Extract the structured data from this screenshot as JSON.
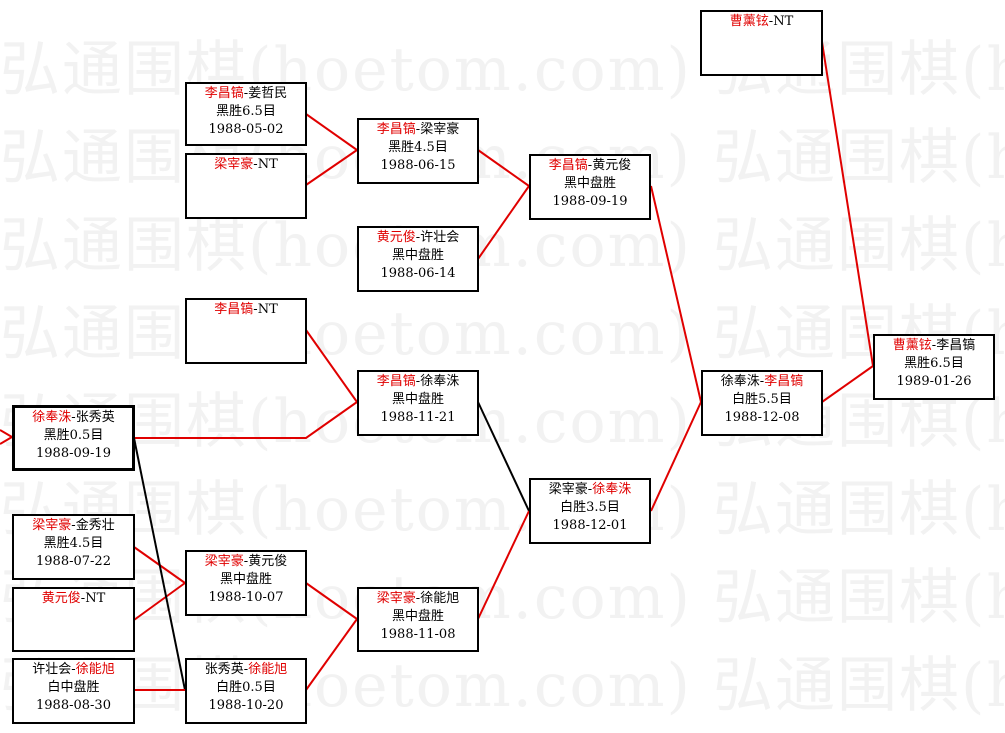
{
  "watermark": "弘通围棋(hoetom.com) 弘通围棋(hoetom.com)",
  "colors": {
    "winner_line": "#e00000",
    "other_line": "#000000",
    "winner_text": "#e00000"
  },
  "matches": {
    "m01": {
      "p1": "李昌镐",
      "sep": "-",
      "p2": "姜哲民",
      "result": "黑胜6.5目",
      "date": "1988-05-02"
    },
    "m02": {
      "p1": "梁宰豪",
      "sep": "-",
      "p2": "NT",
      "result": "",
      "date": ""
    },
    "m03": {
      "p1": "黄元俊",
      "sep": "-",
      "p2": "许壮会",
      "result": "黑中盘胜",
      "date": "1988-06-14"
    },
    "m04": {
      "p1": "李昌镐",
      "sep": "-",
      "p2": "梁宰豪",
      "result": "黑胜4.5目",
      "date": "1988-06-15"
    },
    "m05": {
      "p1": "李昌镐",
      "sep": "-",
      "p2": "黄元俊",
      "result": "黑中盘胜",
      "date": "1988-09-19"
    },
    "m06": {
      "p1": "李昌镐",
      "sep": "-",
      "p2": "NT",
      "result": "",
      "date": ""
    },
    "m07": {
      "p1": "徐奉洙",
      "sep": "-",
      "p2": "张秀英",
      "result": "黑胜0.5目",
      "date": "1988-09-19"
    },
    "m08": {
      "p1": "李昌镐",
      "sep": "-",
      "p2": "徐奉洙",
      "result": "黑中盘胜",
      "date": "1988-11-21"
    },
    "m09": {
      "p1": "梁宰豪",
      "sep": "-",
      "p2": "金秀壮",
      "result": "黑胜4.5目",
      "date": "1988-07-22"
    },
    "m10": {
      "p1": "黄元俊",
      "sep": "-",
      "p2": "NT",
      "result": "",
      "date": ""
    },
    "m11": {
      "p1": "梁宰豪",
      "sep": "-",
      "p2": "黄元俊",
      "result": "黑中盘胜",
      "date": "1988-10-07"
    },
    "m12": {
      "p1": "许壮会",
      "sep": "-",
      "p2": "徐能旭",
      "result": "白中盘胜",
      "date": "1988-08-30"
    },
    "m13": {
      "p1": "张秀英",
      "sep": "-",
      "p2": "徐能旭",
      "result": "白胜0.5目",
      "date": "1988-10-20"
    },
    "m14": {
      "p1": "梁宰豪",
      "sep": "-",
      "p2": "徐能旭",
      "result": "黑中盘胜",
      "date": "1988-11-08"
    },
    "m15": {
      "p1": "梁宰豪",
      "sep": "-",
      "p2": "徐奉洙",
      "result": "白胜3.5目",
      "date": "1988-12-01"
    },
    "m16": {
      "p1": "徐奉洙",
      "sep": "-",
      "p2": "李昌镐",
      "result": "白胜5.5目",
      "date": "1988-12-08"
    },
    "m17": {
      "p1": "曹薰铉",
      "sep": "-",
      "p2": "NT",
      "result": "",
      "date": ""
    },
    "m18": {
      "p1": "曹薰铉",
      "sep": "-",
      "p2": "李昌镐",
      "result": "黑胜6.5目",
      "date": "1989-01-26"
    }
  }
}
